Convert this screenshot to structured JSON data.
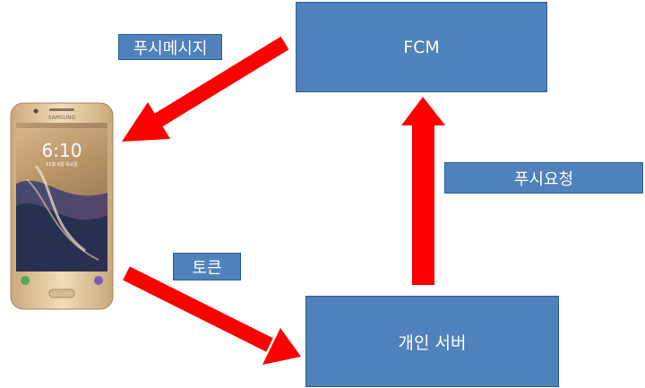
{
  "nodes": {
    "fcm": "FCM",
    "server": "개인 서버"
  },
  "edge_labels": {
    "push_message": "푸시메시지",
    "push_request": "푸시요청",
    "token": "토큰"
  },
  "phone": {
    "brand": "SAMSUNG",
    "clock": "6:10",
    "date": "11월 9일 목요일"
  },
  "colors": {
    "box_fill": "#4f81bd",
    "arrow": "#ff0000",
    "phone_body": "#e8cfa8"
  }
}
